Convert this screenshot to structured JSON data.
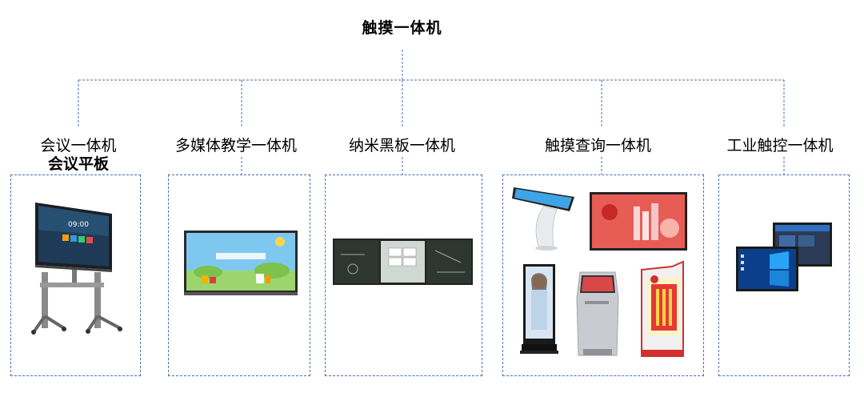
{
  "title": "触摸一体机",
  "categories": [
    {
      "label": "会议一体机",
      "sublabel": "会议平板",
      "image": "meeting-panel-on-stand"
    },
    {
      "label": "多媒体教学一体机",
      "image": "teaching-display-cartoon-screen"
    },
    {
      "label": "纳米黑板一体机",
      "image": "nano-blackboard"
    },
    {
      "label": "触摸查询一体机",
      "images": [
        "tilted-kiosk",
        "wall-advertising-display",
        "vertical-ad-totem",
        "query-terminal-kiosk",
        "party-building-kiosk"
      ]
    },
    {
      "label": "工业触控一体机",
      "images": [
        "industrial-panel-front",
        "industrial-panel-back"
      ]
    }
  ],
  "colors": {
    "connector": "#4a6fb5"
  }
}
